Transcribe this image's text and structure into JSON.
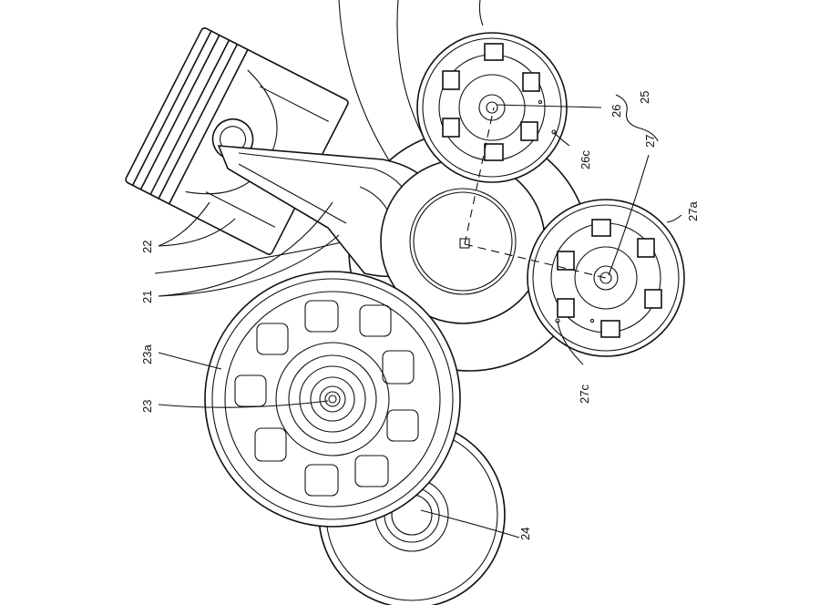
{
  "labels": {
    "l25": "25",
    "l26": "26",
    "l26c": "26c",
    "l27": "27",
    "l27a": "27a",
    "l27c": "27c",
    "l22": "22",
    "l21": "21",
    "l23a": "23a",
    "l23": "23",
    "l24": "24"
  },
  "colors": {
    "line": "#111111",
    "background": "#ffffff"
  }
}
